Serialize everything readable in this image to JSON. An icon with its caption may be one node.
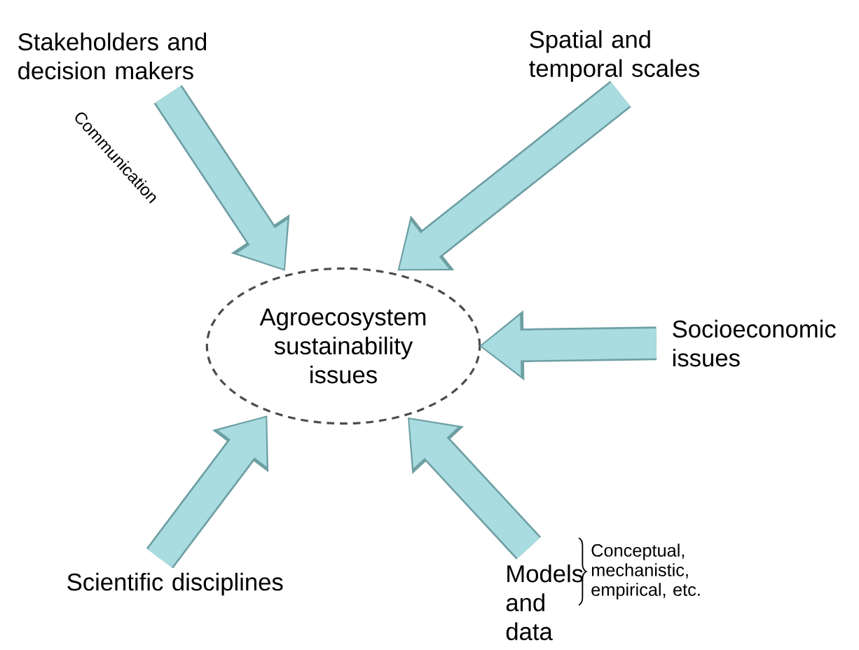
{
  "diagram": {
    "nodes": [
      {
        "text": [
          "Agroecosystem sustainability issues"
        ]
      },
      {
        "text": [
          "Stakeholders and decision makers"
        ]
      },
      {
        "text": [
          "Spatial and temporal scales"
        ]
      },
      {
        "text": [
          "Socioeconomic issues"
        ]
      },
      {
        "text": [
          "Scientific disciplines"
        ]
      },
      {
        "text": [
          "Models and data"
        ],
        "beside": [
          "Conceptual, mechanistic, empirical, etc."
        ]
      }
    ],
    "edges": [
      {
        "from": 1,
        "to": 0,
        "arrow": "to",
        "label": "Communication"
      },
      {
        "from": 2,
        "to": 0,
        "arrow": "to"
      },
      {
        "from": 3,
        "to": 0,
        "arrow": "to"
      },
      {
        "from": 4,
        "to": 0,
        "arrow": "to"
      },
      {
        "from": 5,
        "to": 0,
        "arrow": "to"
      }
    ]
  }
}
